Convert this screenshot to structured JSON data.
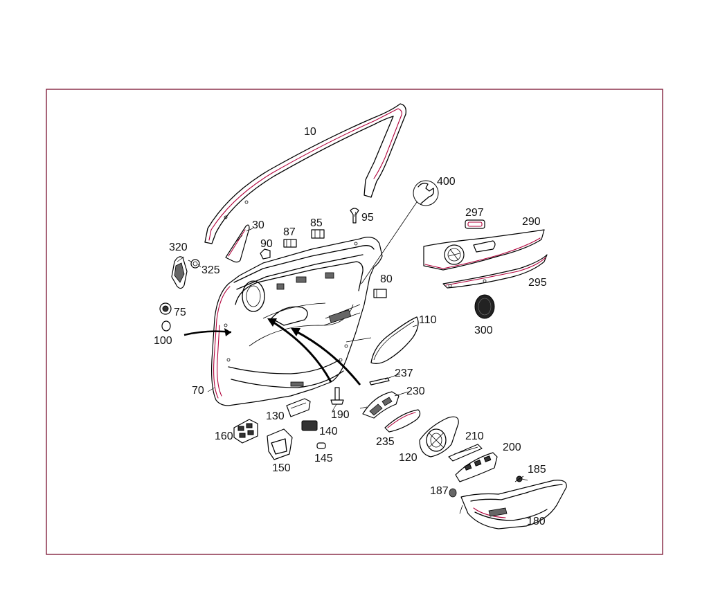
{
  "diagram": {
    "frame_color": "#7a1030",
    "accent_color": "#b0003a",
    "labels": {
      "l10": "10",
      "l30": "30",
      "l70": "70",
      "l75": "75",
      "l80": "80",
      "l85": "85",
      "l87": "87",
      "l90": "90",
      "l95": "95",
      "l100": "100",
      "l110": "110",
      "l120": "120",
      "l130": "130",
      "l140": "140",
      "l145": "145",
      "l150": "150",
      "l160": "160",
      "l180": "180",
      "l185": "185",
      "l187": "187",
      "l190": "190",
      "l200": "200",
      "l210": "210",
      "l230": "230",
      "l235": "235",
      "l237": "237",
      "l290": "290",
      "l295": "295",
      "l297": "297",
      "l300": "300",
      "l320": "320",
      "l325": "325",
      "l400": "400"
    },
    "icons": {
      "service": "wrench-icon"
    }
  }
}
